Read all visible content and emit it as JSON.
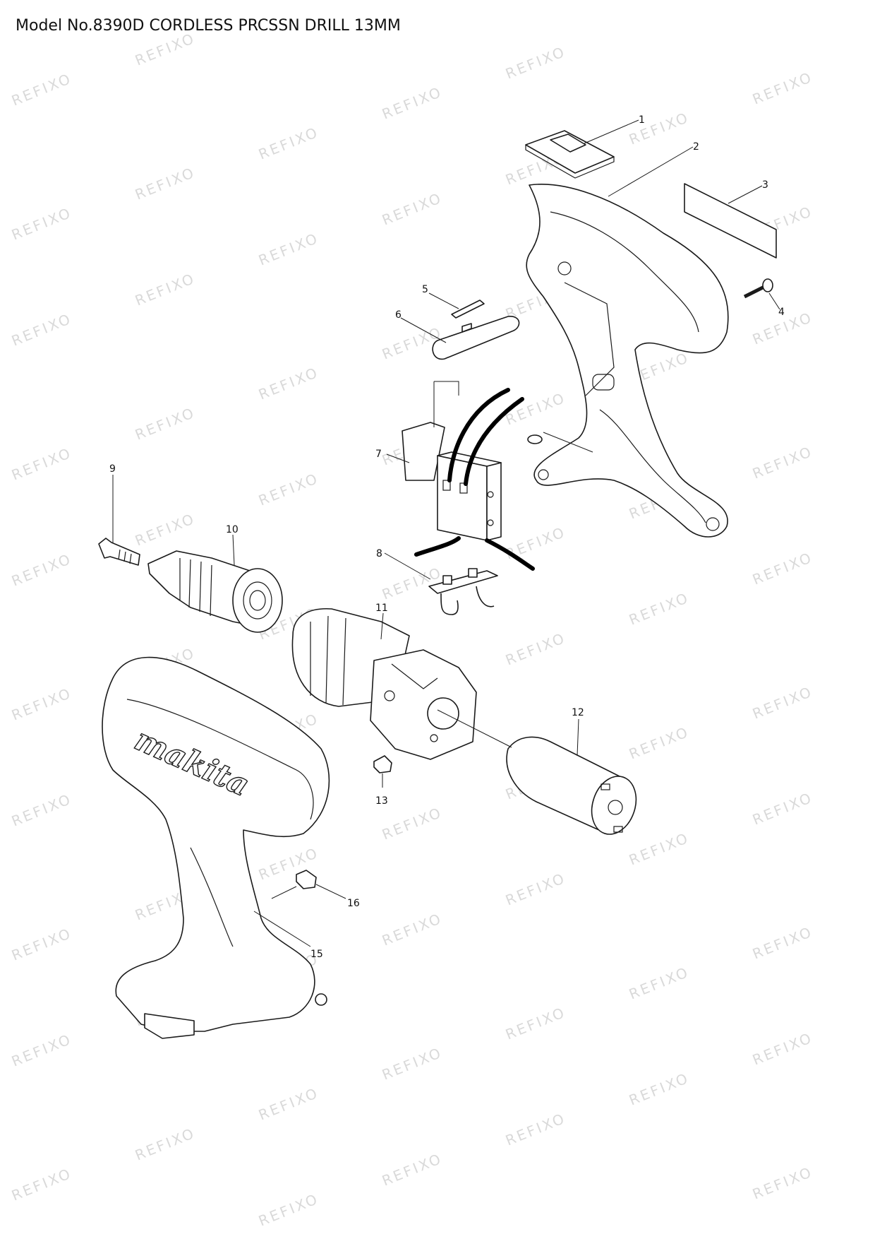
{
  "title": "Model No.8390D CORDLESS PRCSSN DRILL 13MM",
  "watermark_text": "REFIXO",
  "logo_text": "makita",
  "callouts": [
    "1",
    "2",
    "3",
    "4",
    "5",
    "6",
    "7",
    "8",
    "9",
    "10",
    "11",
    "12",
    "13",
    "15",
    "16"
  ]
}
